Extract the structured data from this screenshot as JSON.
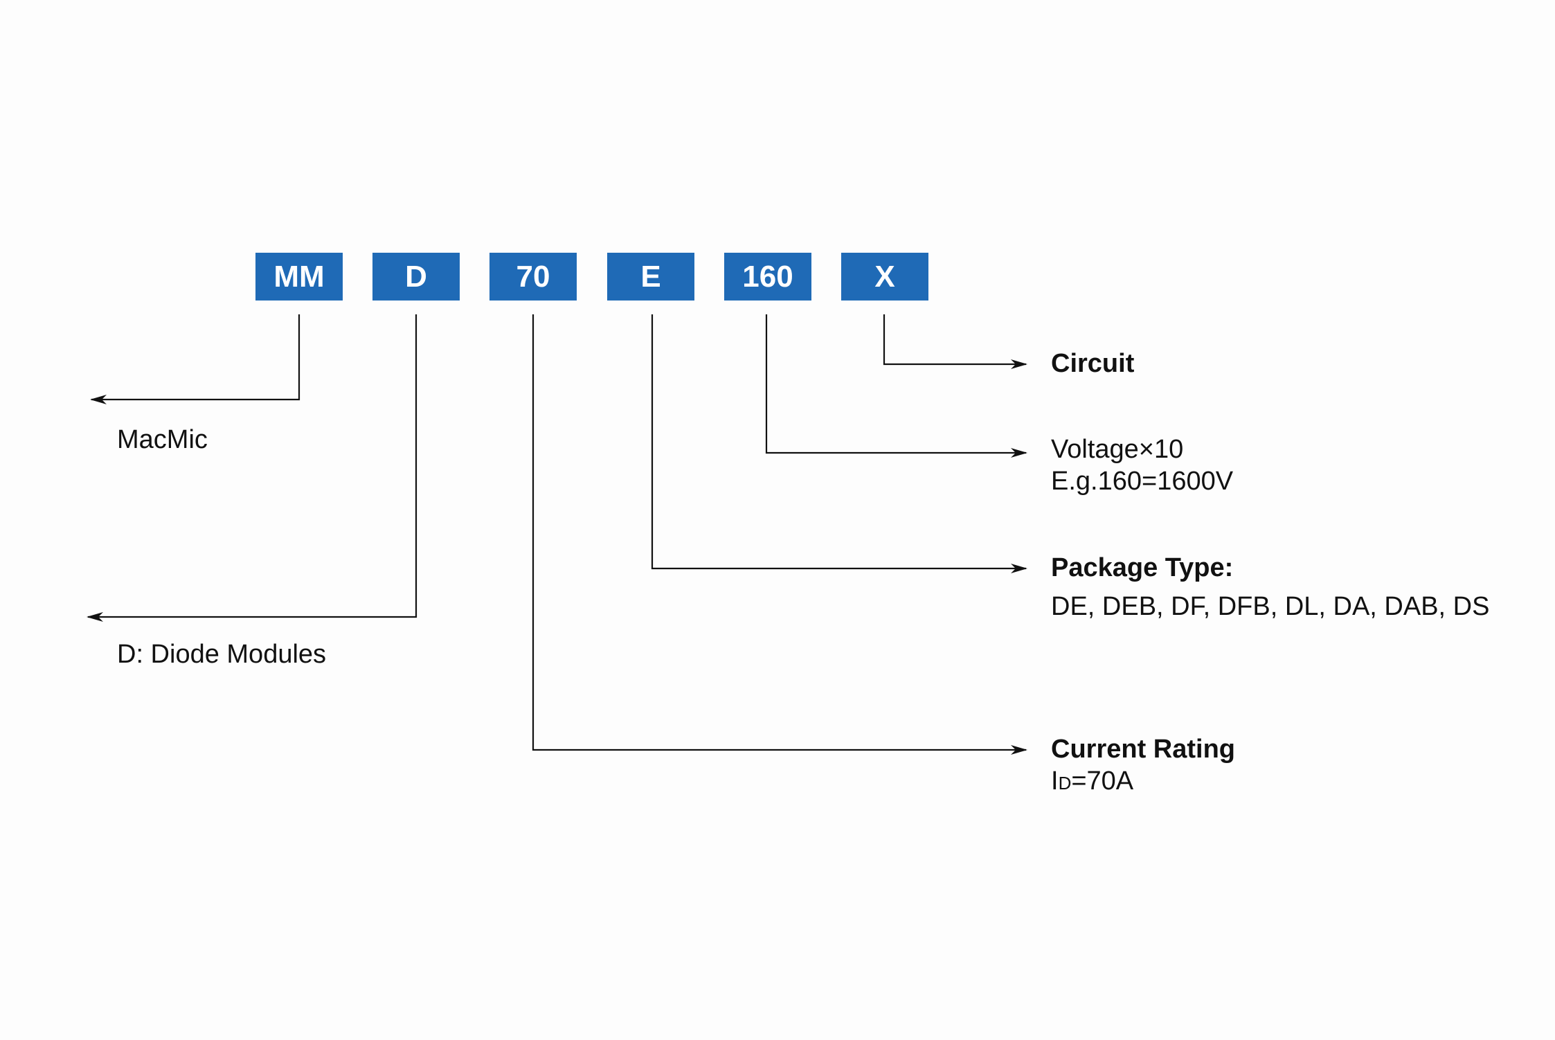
{
  "code_boxes": [
    {
      "id": "mm",
      "text": "MM"
    },
    {
      "id": "d",
      "text": "D"
    },
    {
      "id": "70",
      "text": "70"
    },
    {
      "id": "e",
      "text": "E"
    },
    {
      "id": "160",
      "text": "160"
    },
    {
      "id": "x",
      "text": "X"
    }
  ],
  "labels": {
    "macmic": {
      "text": "MacMic"
    },
    "diode": {
      "text": "D: Diode Modules"
    },
    "circuit": {
      "heading": "Circuit"
    },
    "voltage": {
      "line1": "Voltage×10",
      "line2": "E.g.160=1600V"
    },
    "package": {
      "heading": "Package Type:",
      "detail": "DE, DEB, DF, DFB, DL, DA, DAB, DS"
    },
    "current": {
      "heading": "Current Rating",
      "symbol": "I",
      "subscript": "D",
      "value": "=70A"
    }
  },
  "colors": {
    "box_fill": "#1f6ab6",
    "box_text": "#ffffff",
    "line": "#111111"
  }
}
